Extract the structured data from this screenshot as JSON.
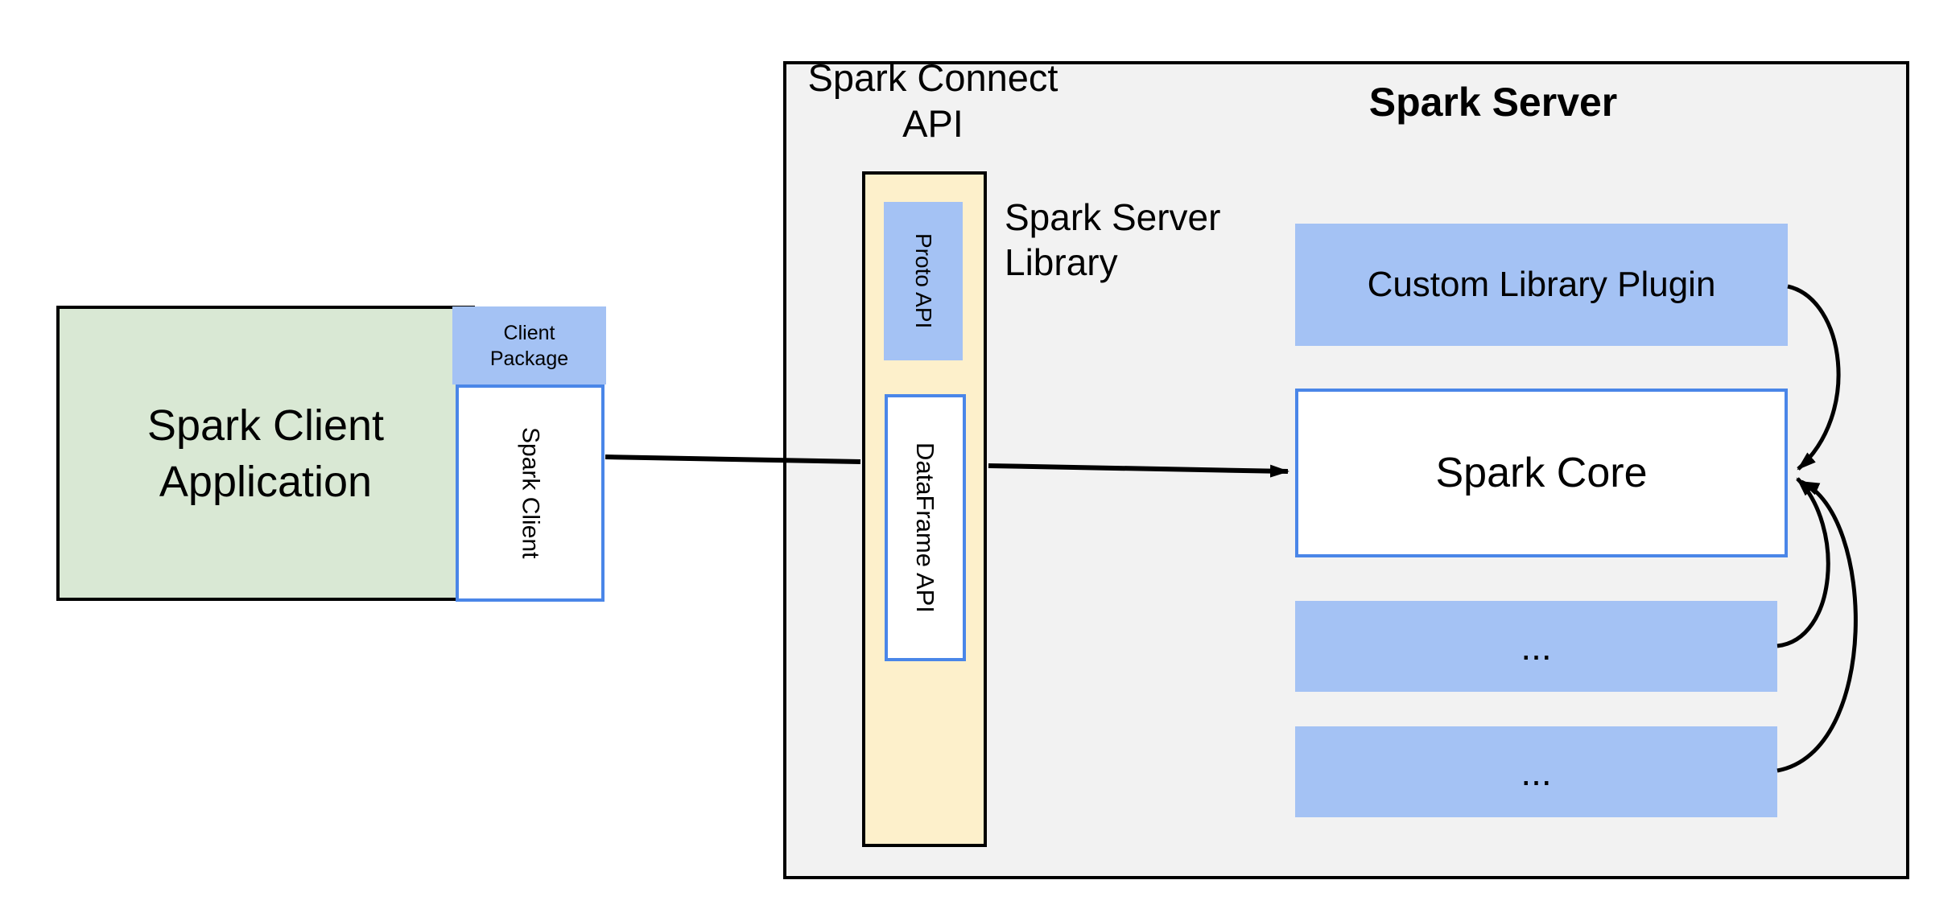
{
  "diagram": {
    "client_app": {
      "lines": [
        "Spark Client",
        "Application"
      ]
    },
    "client_package": {
      "lines": [
        "Client",
        "Package"
      ]
    },
    "spark_client_label": "Spark Client",
    "connect_api": {
      "lines": [
        "Spark Connect",
        "API"
      ]
    },
    "server_title": "Spark Server",
    "server_library": {
      "lines": [
        "Spark Server",
        "Library"
      ]
    },
    "proto_api_label": "Proto API",
    "dataframe_api_label": "DataFrame API",
    "plugin_label": "Custom Library Plugin",
    "core_label": "Spark Core",
    "module_placeholder_1": "...",
    "module_placeholder_2": "...",
    "colors": {
      "client_app_fill": "#d9e8d4",
      "accent_blue_fill": "#a4c2f4",
      "yellow_fill": "#fdf0cb",
      "server_fill": "#f2f2f2",
      "blue_border": "#4a86e8",
      "line_color": "#000000"
    }
  }
}
